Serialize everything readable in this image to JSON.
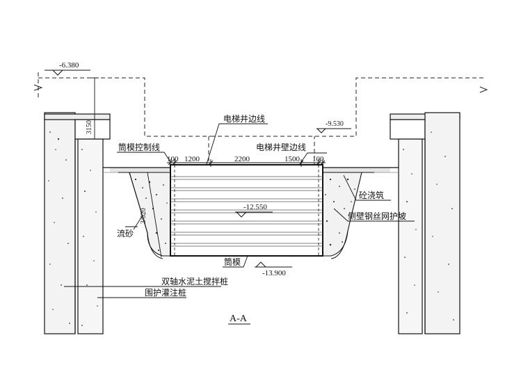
{
  "labels": {
    "elev_top": "-6.380",
    "elev_right": "-9.530",
    "elev_pit_bottom": "-12.550",
    "elev_mould_bottom": "-13.900",
    "dim_3150": "3150",
    "dim_3020": "3/020",
    "dim_100_left": "100",
    "dim_1200": "1200",
    "dim_2200": "2200",
    "dim_1500": "1500",
    "dim_100_right": "100",
    "shaft_edge_line": "电梯井边线",
    "mould_control_line": "筒模控制线",
    "shaft_wall_edge_line": "电梯井壁边线",
    "concrete_pour": "砼浇筑",
    "side_wall_mesh": "侧壁钢丝网护坡",
    "quicksand": "流砂",
    "tube_mould": "筒模",
    "twin_shaft_pile": "双轴水泥土搅拌桩",
    "bored_pile": "围护灌注桩",
    "section_title": "A-A"
  }
}
